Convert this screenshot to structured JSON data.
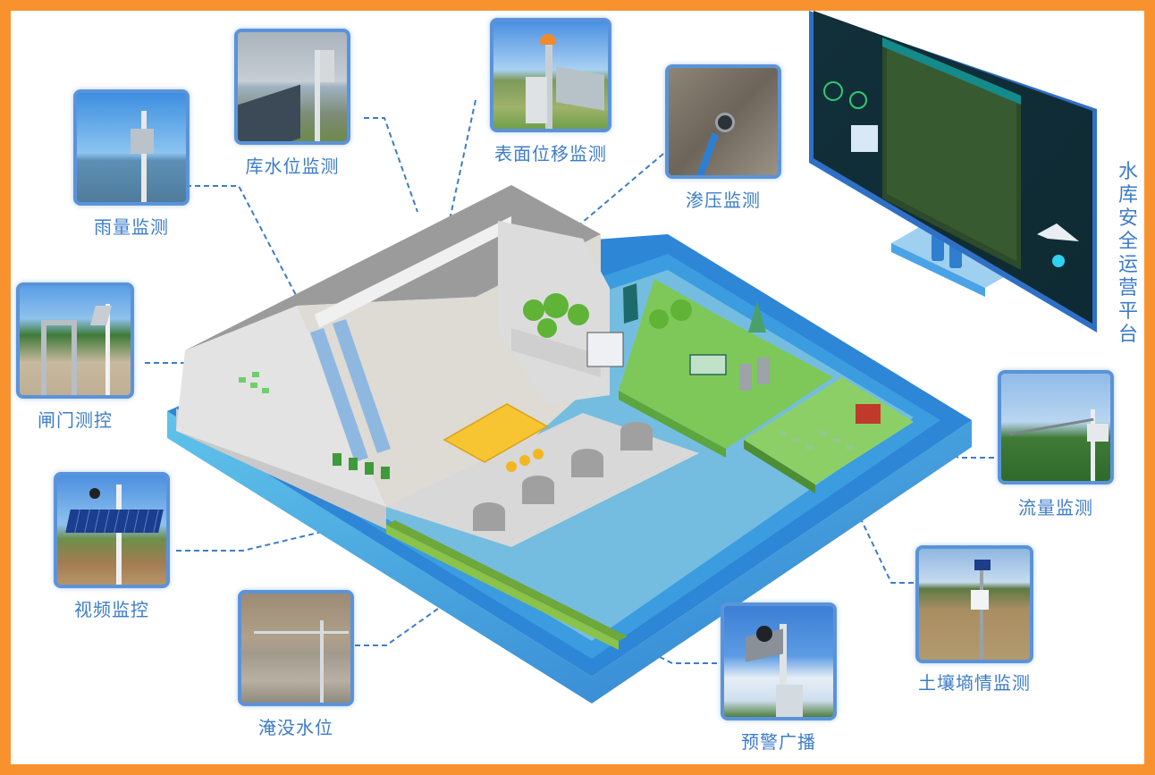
{
  "diagram": {
    "title": "水库安全运营平台",
    "border_color": "#f8922e",
    "accent_color": "#3d7cc9",
    "frame_color": "#5b93d9",
    "platform": {
      "label": "水库安全运营平台",
      "screen_title": "水库安全运营平台"
    },
    "monitoring_points": [
      {
        "id": "rainfall",
        "label": "雨量监测"
      },
      {
        "id": "reservoir-level",
        "label": "库水位监测"
      },
      {
        "id": "surface-displacement",
        "label": "表面位移监测"
      },
      {
        "id": "seepage-pressure",
        "label": "渗压监测"
      },
      {
        "id": "gate-control",
        "label": "闸门测控"
      },
      {
        "id": "video",
        "label": "视频监控"
      },
      {
        "id": "submerged-level",
        "label": "淹没水位"
      },
      {
        "id": "warning-broadcast",
        "label": "预警广播"
      },
      {
        "id": "soil-moisture",
        "label": "土壤墒情监测"
      },
      {
        "id": "flow",
        "label": "流量监测"
      }
    ]
  }
}
